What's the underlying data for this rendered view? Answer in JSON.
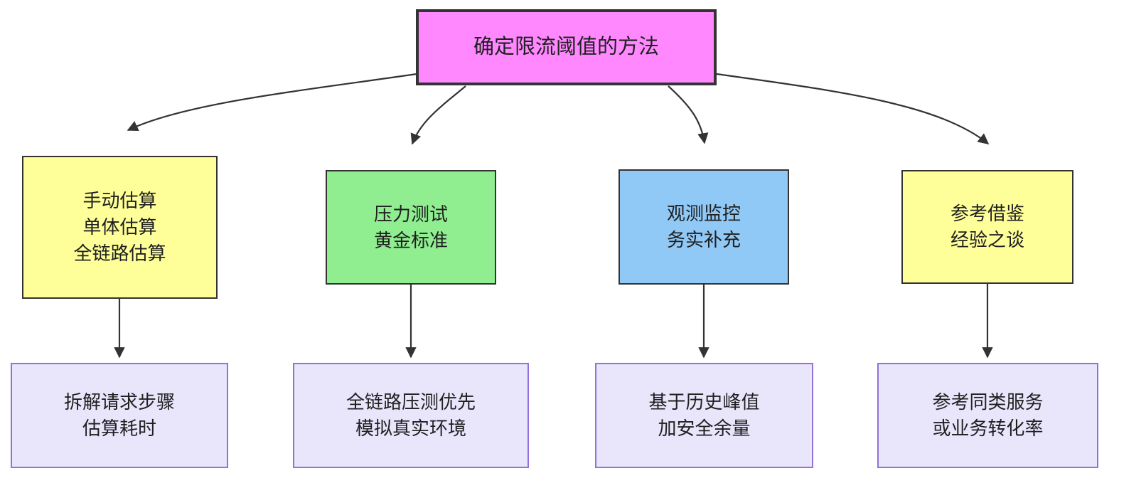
{
  "diagram": {
    "type": "flowchart",
    "title": "确定限流阈值的方法",
    "background_color": "#ffffff",
    "root": {
      "id": "root",
      "label": "确定限流阈值的方法",
      "fill": "#ff88ff",
      "stroke": "#333333"
    },
    "methods": [
      {
        "id": "manual",
        "lines": [
          "手动估算",
          "单体估算",
          "全链路估算"
        ],
        "fill": "#ffff99",
        "stroke": "#333333",
        "detail": {
          "id": "detail-1",
          "lines": [
            "拆解请求步骤",
            "估算耗时"
          ],
          "fill": "#e9e5fb",
          "stroke": "#9370db"
        }
      },
      {
        "id": "stress",
        "lines": [
          "压力测试",
          "黄金标准"
        ],
        "fill": "#90ee90",
        "stroke": "#333333",
        "detail": {
          "id": "detail-2",
          "lines": [
            "全链路压测优先",
            "模拟真实环境"
          ],
          "fill": "#e9e5fb",
          "stroke": "#9370db"
        }
      },
      {
        "id": "monitor",
        "lines": [
          "观测监控",
          "务实补充"
        ],
        "fill": "#90c8f6",
        "stroke": "#333333",
        "detail": {
          "id": "detail-3",
          "lines": [
            "基于历史峰值",
            "加安全余量"
          ],
          "fill": "#e9e5fb",
          "stroke": "#9370db"
        }
      },
      {
        "id": "reference",
        "lines": [
          "参考借鉴",
          "经验之谈"
        ],
        "fill": "#ffff99",
        "stroke": "#333333",
        "detail": {
          "id": "detail-4",
          "lines": [
            "参考同类服务",
            "或业务转化率"
          ],
          "fill": "#e9e5fb",
          "stroke": "#9370db"
        }
      }
    ],
    "edges": [
      {
        "from": "root",
        "to": "manual"
      },
      {
        "from": "root",
        "to": "stress"
      },
      {
        "from": "root",
        "to": "monitor"
      },
      {
        "from": "root",
        "to": "reference"
      },
      {
        "from": "manual",
        "to": "detail-1"
      },
      {
        "from": "stress",
        "to": "detail-2"
      },
      {
        "from": "monitor",
        "to": "detail-3"
      },
      {
        "from": "reference",
        "to": "detail-4"
      }
    ],
    "edge_color": "#333333"
  }
}
